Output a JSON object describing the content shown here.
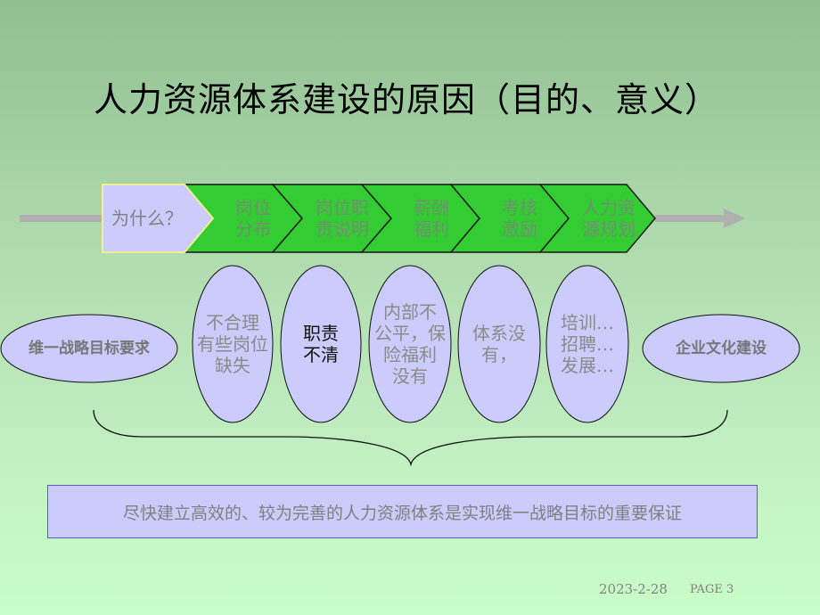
{
  "slide": {
    "title": "人力资源体系建设的原因（目的、意义）",
    "process": {
      "start_label": "为什么？",
      "steps": [
        {
          "label": "岗位\n分布"
        },
        {
          "label": "岗位职\n责说明"
        },
        {
          "label": "薪酬\n福利"
        },
        {
          "label": "考核\n激励"
        },
        {
          "label": "人力资\n源规划"
        }
      ]
    },
    "left_goal": "维一战略目标要求",
    "right_goal": "企业文化建设",
    "problems": [
      {
        "label": "不合理\n有些岗位\n缺失"
      },
      {
        "label": "职责\n不清"
      },
      {
        "label": "内部不\n公平，保\n险福利\n没有"
      },
      {
        "label": "体系没\n有，"
      },
      {
        "label": "培训…\n招聘…\n发展…"
      }
    ],
    "conclusion": "尽快建立高效的、较为完善的人力资源体系是实现维一战略目标的重要保证"
  },
  "footer": {
    "date": "2023-2-28",
    "page": "PAGE 3"
  },
  "colors": {
    "chevron_green": "#33cc33",
    "lavender": "#ccccfc",
    "arrow_gray": "#b0b0b0"
  }
}
